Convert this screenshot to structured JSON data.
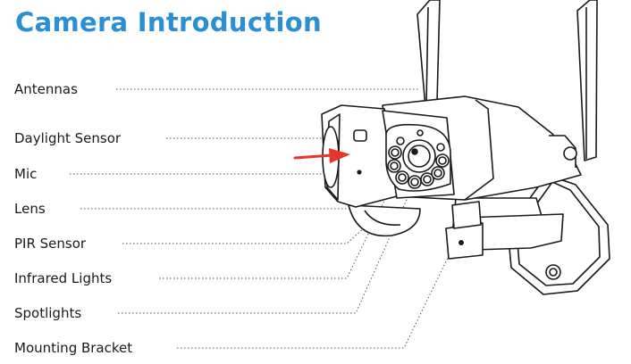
{
  "page": {
    "title": "Camera Introduction"
  },
  "labels": [
    {
      "id": "antennas",
      "text": "Antennas"
    },
    {
      "id": "daylight-sensor",
      "text": "Daylight Sensor"
    },
    {
      "id": "mic",
      "text": "Mic"
    },
    {
      "id": "lens",
      "text": "Lens"
    },
    {
      "id": "pir-sensor",
      "text": "PIR Sensor"
    },
    {
      "id": "infrared-lights",
      "text": "Infrared Lights"
    },
    {
      "id": "spotlights",
      "text": "Spotlights"
    },
    {
      "id": "mounting-bracket",
      "text": "Mounting Bracket"
    }
  ],
  "colors": {
    "title": "#2b8fd3",
    "arrow": "#e8342a",
    "line": "#1a1a1a"
  }
}
